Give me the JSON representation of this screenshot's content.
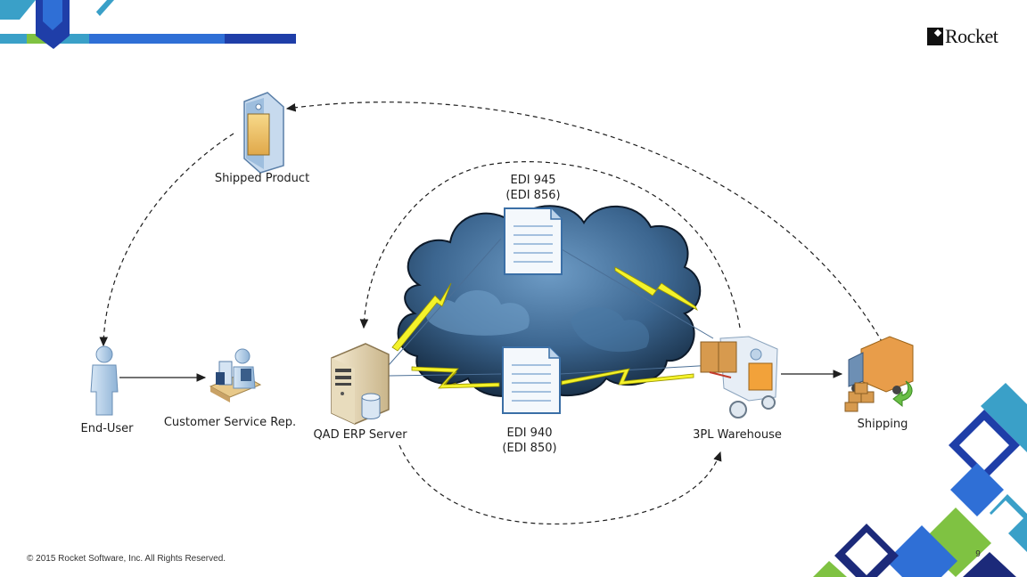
{
  "brand": {
    "logo_text": "Rocket",
    "logo_icon": "rocket-logo-icon",
    "accent_colors": [
      "#1f3ea8",
      "#2f6fd6",
      "#7fc242",
      "#3aa0c8",
      "#1c2a7a"
    ]
  },
  "diagram": {
    "nodes": {
      "shipped_product": "Shipped Product",
      "end_user": "End-User",
      "customer_service": "Customer Service Rep.",
      "qad_erp": "QAD ERP Server",
      "warehouse": "3PL Warehouse",
      "shipping": "Shipping"
    },
    "documents": {
      "edi945_line1": "EDI 945",
      "edi945_line2": "(EDI 856)",
      "edi940_line1": "EDI 940",
      "edi940_line2": "(EDI 850)"
    },
    "icons": [
      "handheld-device-icon",
      "user-icon",
      "service-rep-icon",
      "server-icon",
      "database-icon",
      "cloud-icon",
      "document-icon",
      "lightning-icon",
      "forklift-icon",
      "delivery-truck-icon"
    ]
  },
  "footer": {
    "copyright": "© 2015 Rocket Software, Inc. All Rights Reserved.",
    "page_number": "9"
  }
}
